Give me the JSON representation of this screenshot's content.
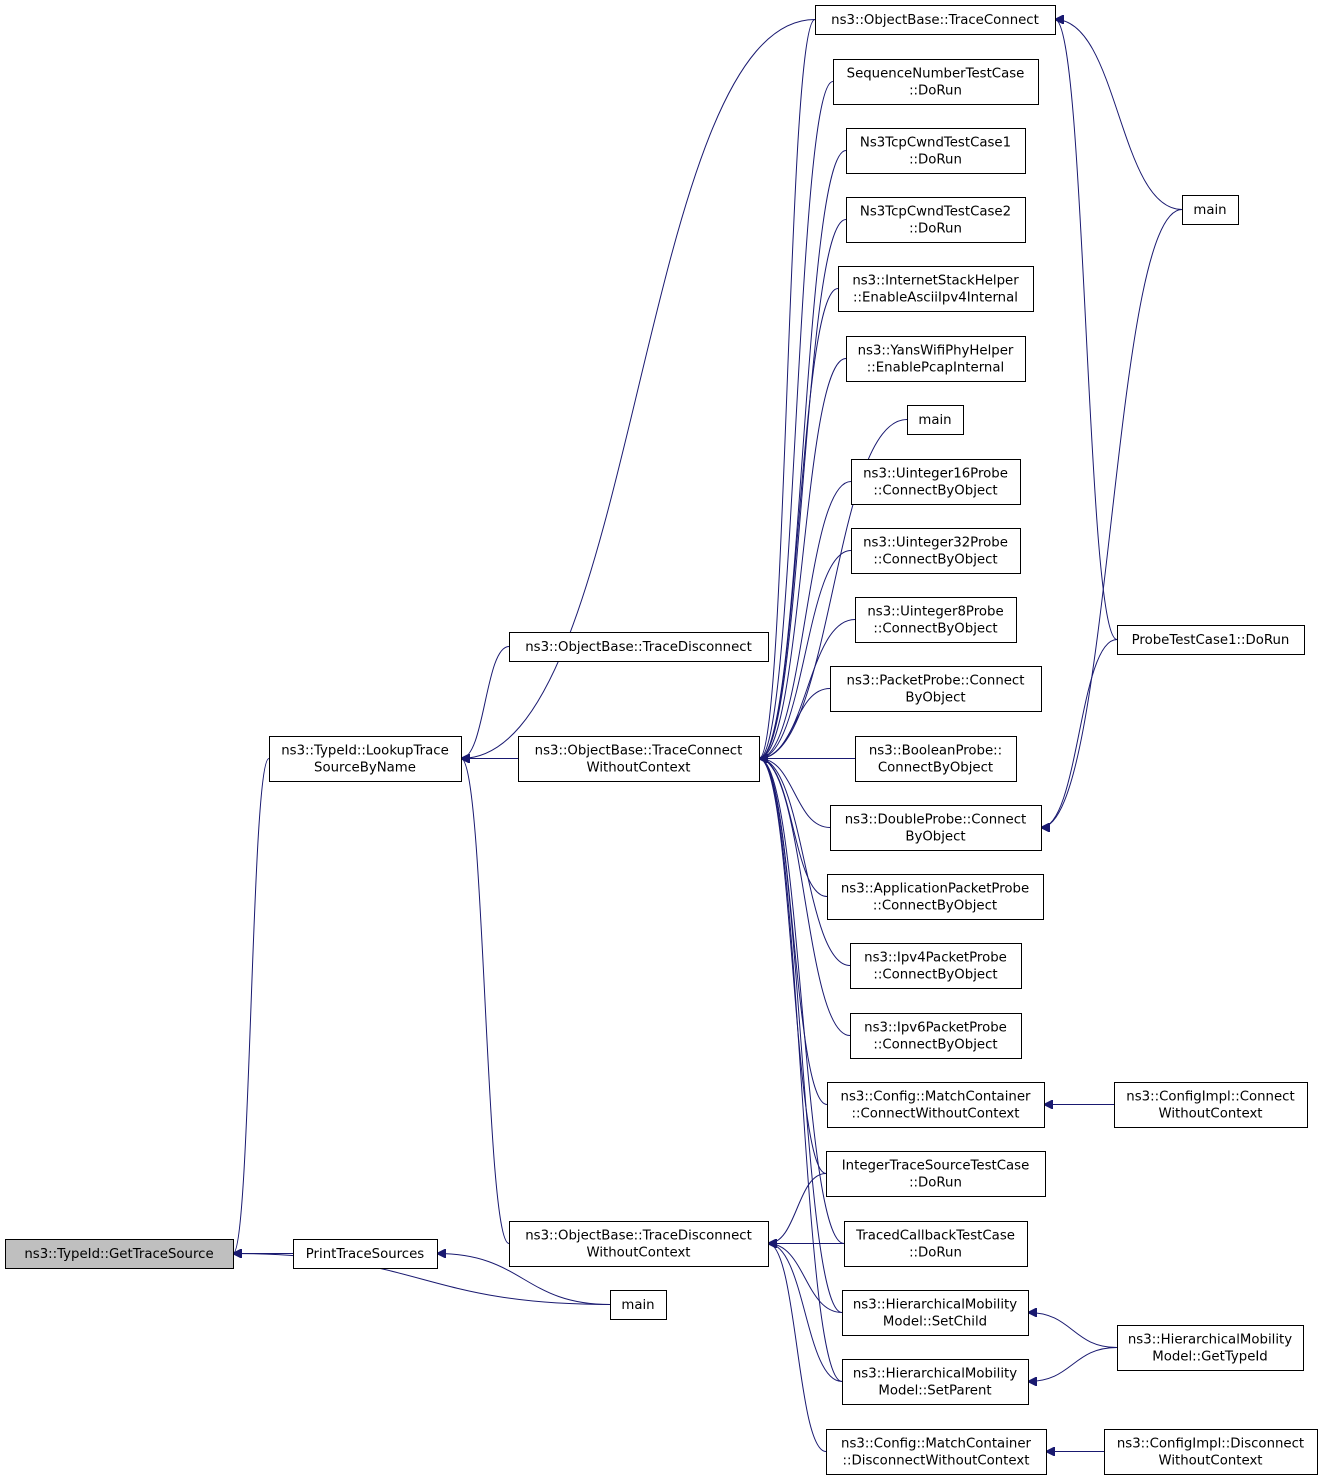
{
  "graph": {
    "nodes": [
      {
        "id": "n0",
        "lines": [
          "ns3::TypeId::GetTraceSource"
        ],
        "root": true
      },
      {
        "id": "n1",
        "lines": [
          "ns3::TypeId::LookupTrace",
          "SourceByName"
        ]
      },
      {
        "id": "n2",
        "lines": [
          "PrintTraceSources"
        ]
      },
      {
        "id": "n3",
        "lines": [
          "main"
        ]
      },
      {
        "id": "n4",
        "lines": [
          "ns3::ObjectBase::TraceDisconnect"
        ]
      },
      {
        "id": "n5",
        "lines": [
          "ns3::ObjectBase::TraceConnect",
          "WithoutContext"
        ]
      },
      {
        "id": "n6",
        "lines": [
          "ns3::ObjectBase::TraceDisconnect",
          "WithoutContext"
        ]
      },
      {
        "id": "n7",
        "lines": [
          "ns3::ObjectBase::TraceConnect"
        ]
      },
      {
        "id": "n8",
        "lines": [
          "SequenceNumberTestCase",
          "::DoRun"
        ]
      },
      {
        "id": "n9",
        "lines": [
          "Ns3TcpCwndTestCase1",
          "::DoRun"
        ]
      },
      {
        "id": "n10",
        "lines": [
          "Ns3TcpCwndTestCase2",
          "::DoRun"
        ]
      },
      {
        "id": "n11",
        "lines": [
          "ns3::InternetStackHelper",
          "::EnableAsciiIpv4Internal"
        ]
      },
      {
        "id": "n12",
        "lines": [
          "ns3::YansWifiPhyHelper",
          "::EnablePcapInternal"
        ]
      },
      {
        "id": "n13",
        "lines": [
          "main"
        ]
      },
      {
        "id": "n14",
        "lines": [
          "ns3::Uinteger16Probe",
          "::ConnectByObject"
        ]
      },
      {
        "id": "n15",
        "lines": [
          "ns3::Uinteger32Probe",
          "::ConnectByObject"
        ]
      },
      {
        "id": "n16",
        "lines": [
          "ns3::Uinteger8Probe",
          "::ConnectByObject"
        ]
      },
      {
        "id": "n17",
        "lines": [
          "ns3::PacketProbe::Connect",
          "ByObject"
        ]
      },
      {
        "id": "n18",
        "lines": [
          "ns3::BooleanProbe::",
          "ConnectByObject"
        ]
      },
      {
        "id": "n19",
        "lines": [
          "ns3::DoubleProbe::Connect",
          "ByObject"
        ]
      },
      {
        "id": "n20",
        "lines": [
          "ns3::ApplicationPacketProbe",
          "::ConnectByObject"
        ]
      },
      {
        "id": "n21",
        "lines": [
          "ns3::Ipv4PacketProbe",
          "::ConnectByObject"
        ]
      },
      {
        "id": "n22",
        "lines": [
          "ns3::Ipv6PacketProbe",
          "::ConnectByObject"
        ]
      },
      {
        "id": "n23",
        "lines": [
          "ns3::Config::MatchContainer",
          "::ConnectWithoutContext"
        ]
      },
      {
        "id": "n24",
        "lines": [
          "IntegerTraceSourceTestCase",
          "::DoRun"
        ]
      },
      {
        "id": "n25",
        "lines": [
          "TracedCallbackTestCase",
          "::DoRun"
        ]
      },
      {
        "id": "n26",
        "lines": [
          "ns3::HierarchicalMobility",
          "Model::SetChild"
        ]
      },
      {
        "id": "n27",
        "lines": [
          "ns3::HierarchicalMobility",
          "Model::SetParent"
        ]
      },
      {
        "id": "n28",
        "lines": [
          "ns3::Config::MatchContainer",
          "::DisconnectWithoutContext"
        ]
      },
      {
        "id": "n29",
        "lines": [
          "main"
        ]
      },
      {
        "id": "n30",
        "lines": [
          "ProbeTestCase1::DoRun"
        ]
      },
      {
        "id": "n31",
        "lines": [
          "ns3::ConfigImpl::Connect",
          "WithoutContext"
        ]
      },
      {
        "id": "n32",
        "lines": [
          "ns3::HierarchicalMobility",
          "Model::GetTypeId"
        ]
      },
      {
        "id": "n33",
        "lines": [
          "ns3::ConfigImpl::Disconnect",
          "WithoutContext"
        ]
      }
    ],
    "edges": [
      [
        "n1",
        "n0"
      ],
      [
        "n2",
        "n0"
      ],
      [
        "n3",
        "n0"
      ],
      [
        "n3",
        "n2"
      ],
      [
        "n4",
        "n1"
      ],
      [
        "n5",
        "n1"
      ],
      [
        "n6",
        "n1"
      ],
      [
        "n7",
        "n1"
      ],
      [
        "n7",
        "n5"
      ],
      [
        "n8",
        "n5"
      ],
      [
        "n9",
        "n5"
      ],
      [
        "n10",
        "n5"
      ],
      [
        "n11",
        "n5"
      ],
      [
        "n12",
        "n5"
      ],
      [
        "n13",
        "n5"
      ],
      [
        "n14",
        "n5"
      ],
      [
        "n15",
        "n5"
      ],
      [
        "n16",
        "n5"
      ],
      [
        "n17",
        "n5"
      ],
      [
        "n18",
        "n5"
      ],
      [
        "n19",
        "n5"
      ],
      [
        "n20",
        "n5"
      ],
      [
        "n21",
        "n5"
      ],
      [
        "n22",
        "n5"
      ],
      [
        "n23",
        "n5"
      ],
      [
        "n24",
        "n5"
      ],
      [
        "n25",
        "n5"
      ],
      [
        "n26",
        "n5"
      ],
      [
        "n27",
        "n5"
      ],
      [
        "n24",
        "n6"
      ],
      [
        "n25",
        "n6"
      ],
      [
        "n26",
        "n6"
      ],
      [
        "n27",
        "n6"
      ],
      [
        "n28",
        "n6"
      ],
      [
        "n29",
        "n7"
      ],
      [
        "n30",
        "n7"
      ],
      [
        "n29",
        "n19"
      ],
      [
        "n30",
        "n19"
      ],
      [
        "n31",
        "n23"
      ],
      [
        "n32",
        "n26"
      ],
      [
        "n32",
        "n27"
      ],
      [
        "n33",
        "n28"
      ]
    ]
  }
}
